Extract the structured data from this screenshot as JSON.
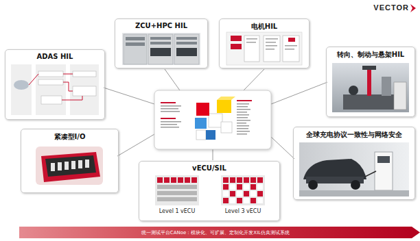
{
  "diagram": {
    "nodes": [
      {
        "text": [
          "ZCU+HPC HIL"
        ]
      },
      {
        "text": [
          "电机HIL"
        ]
      },
      {
        "text": [
          "转向、制动与悬架HIL"
        ]
      },
      {
        "text": [
          "ADAS HIL"
        ]
      },
      {
        "text": [
          "紧凑型I/O"
        ]
      },
      {
        "text": [
          "全球充电协议一致性与网络安全"
        ]
      },
      {
        "text": [
          "vECU/SIL"
        ]
      },
      {
        "text": [
          "统一测试平台CANoe：模块化、可扩展、定制化开发XIL仿真测试系统"
        ]
      }
    ],
    "labels": [
      "VECTOR",
      "Level 1 vECU",
      "Level 3 vECU"
    ]
  }
}
